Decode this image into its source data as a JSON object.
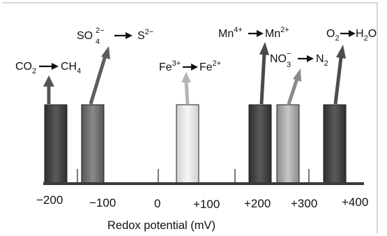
{
  "axis": {
    "label": "Redox potential (mV)",
    "ticks": [
      "−200",
      "−100",
      "0",
      "+100",
      "+200",
      "+300",
      "+400"
    ]
  },
  "reactions": [
    {
      "id": "co2",
      "from": "CO",
      "from_sub": "2",
      "to": "CH",
      "to_sub": "4"
    },
    {
      "id": "so4",
      "from": "SO",
      "from_sub": "4",
      "from_sup": "2−",
      "to": "S",
      "to_sup": "2−"
    },
    {
      "id": "fe",
      "from": "Fe",
      "from_sup": "3+",
      "to": "Fe",
      "to_sup": "2+"
    },
    {
      "id": "mn",
      "from": "Mn",
      "from_sup": "4+",
      "to": "Mn",
      "to_sup": "2+"
    },
    {
      "id": "no3",
      "from": "NO",
      "from_sub": "3",
      "from_sup": "−",
      "to": "N",
      "to_sub": "2"
    },
    {
      "id": "o2",
      "from": "O",
      "from_sub": "2",
      "to": "H",
      "to_sub": "2",
      "to_tail": "O"
    }
  ],
  "colors": {
    "dark_bar": "#474747",
    "mid_bar": "#727272",
    "light_bar": "#a8a8a8",
    "pale_bar": "#e6e6e6",
    "axis": "#3a3a3a",
    "frame": "#bdbdbd"
  }
}
